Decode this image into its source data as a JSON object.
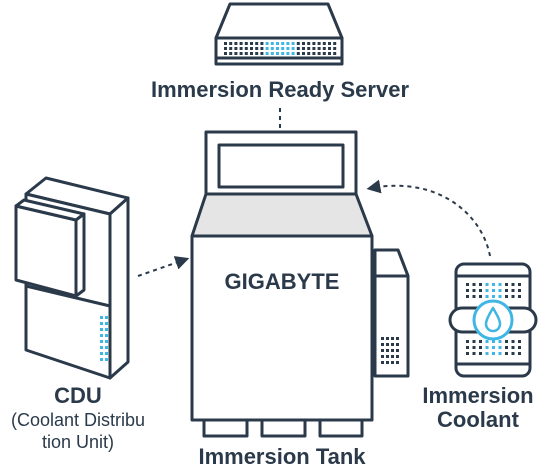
{
  "labels": {
    "server": "Immersion Ready Server",
    "cdu": "CDU",
    "cdu_sub_1": "(Coolant Distribu",
    "cdu_sub_2": "tion Unit)",
    "tank": "Immersion Tank",
    "coolant_1": "Immersion",
    "coolant_2": "Coolant",
    "brand": "GIGABYTE"
  },
  "icons": {
    "server": "rack-server-icon",
    "cdu": "cdu-cabinet-icon",
    "tank": "immersion-tank-icon",
    "coolant": "coolant-barrel-icon",
    "drop": "water-drop-icon"
  },
  "colors": {
    "line": "#2b3a4a",
    "accent": "#3fb6e3",
    "light": "#e5e5e5",
    "background": "#ffffff"
  }
}
